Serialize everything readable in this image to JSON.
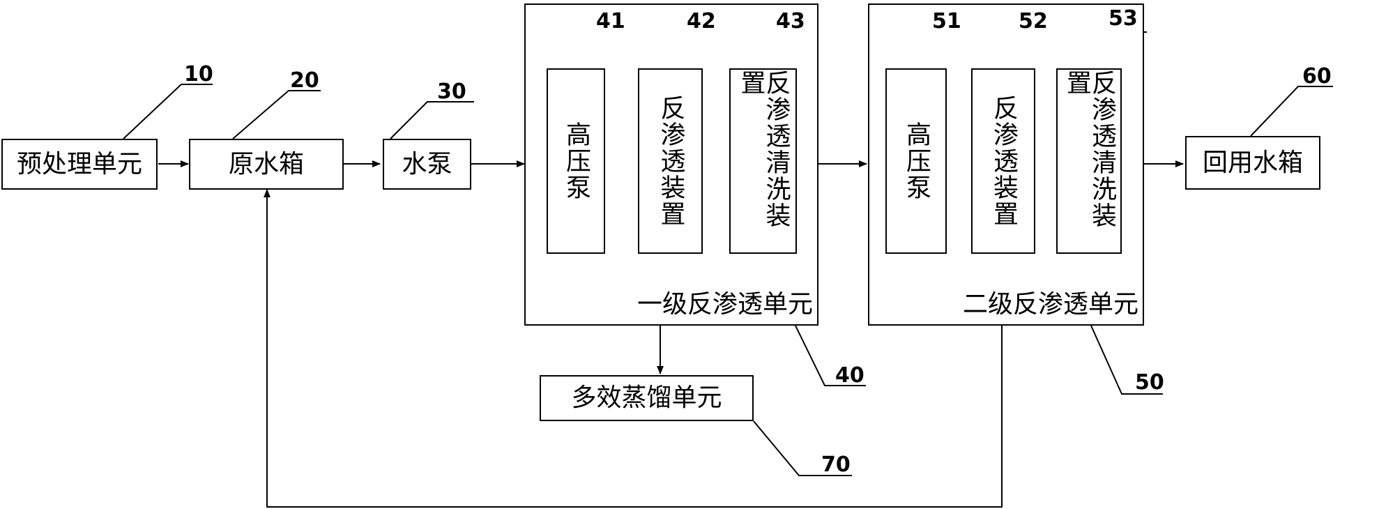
{
  "units": {
    "pretreatment": {
      "label": "预处理单元",
      "ref": "10"
    },
    "raw_tank": {
      "label": "原水箱",
      "ref": "20"
    },
    "pump": {
      "label": "水泵",
      "ref": "30"
    },
    "ro1": {
      "label": "一级反渗透单元",
      "ref": "40",
      "components": [
        {
          "label": "高压泵",
          "ref": "41"
        },
        {
          "label": "反渗透装置",
          "ref": "42"
        },
        {
          "label": "反渗透清洗装置",
          "ref": "43"
        }
      ]
    },
    "ro2": {
      "label": "二级反渗透单元",
      "ref": "50",
      "components": [
        {
          "label": "高压泵",
          "ref": "51"
        },
        {
          "label": "反渗透装置",
          "ref": "52"
        },
        {
          "label": "反渗透清洗装置",
          "ref": "53"
        }
      ]
    },
    "reuse_tank": {
      "label": "回用水箱",
      "ref": "60"
    },
    "med": {
      "label": "多效蒸馏单元",
      "ref": "70"
    }
  }
}
